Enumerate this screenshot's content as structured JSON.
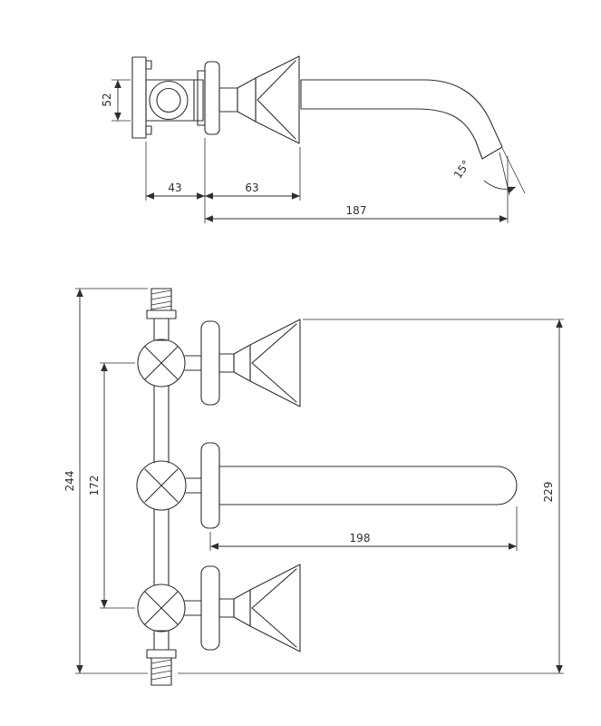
{
  "side_view": {
    "dims": {
      "body_height": "52",
      "wall_to_flange": "43",
      "flange_to_handle": "63",
      "spout_reach": "187",
      "spout_angle": "15°"
    }
  },
  "front_view": {
    "dims": {
      "total_height": "244",
      "valve_spacing": "172",
      "spout_length": "198",
      "overall_height": "229"
    }
  },
  "colors": {
    "line": "#2f2f2f",
    "background": "#ffffff"
  }
}
